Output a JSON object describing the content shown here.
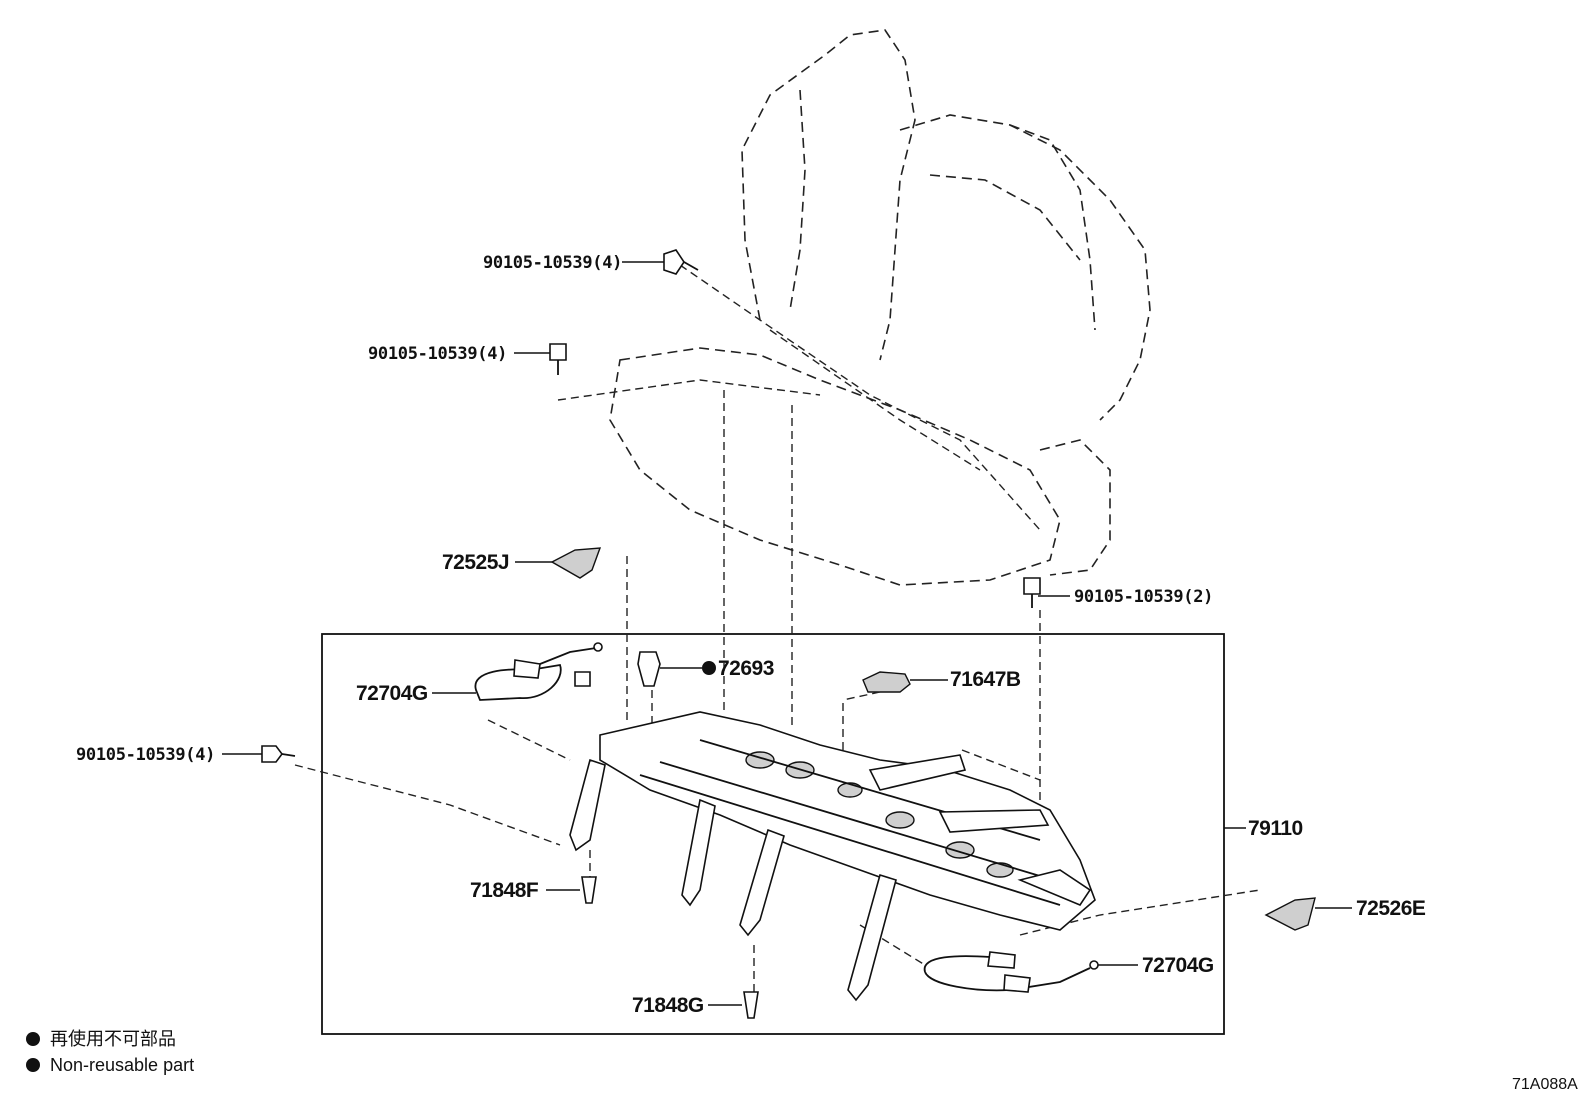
{
  "callouts": {
    "bolt_top_1": "90105-10539(4)",
    "bolt_top_2": "90105-10539(4)",
    "bolt_right": "90105-10539(2)",
    "bolt_left": "90105-10539(4)",
    "cover_left": "72525J",
    "cable_upper": "72704G",
    "clip": "72693",
    "bracket": "71647B",
    "frame": "79110",
    "pin_left": "71848F",
    "pin_center": "71848G",
    "cover_right": "72526E",
    "cable_lower": "72704G"
  },
  "legend": {
    "line_jp": "再使用不可部品",
    "line_en": "Non-reusable part"
  },
  "diagram_code": "71A088A"
}
